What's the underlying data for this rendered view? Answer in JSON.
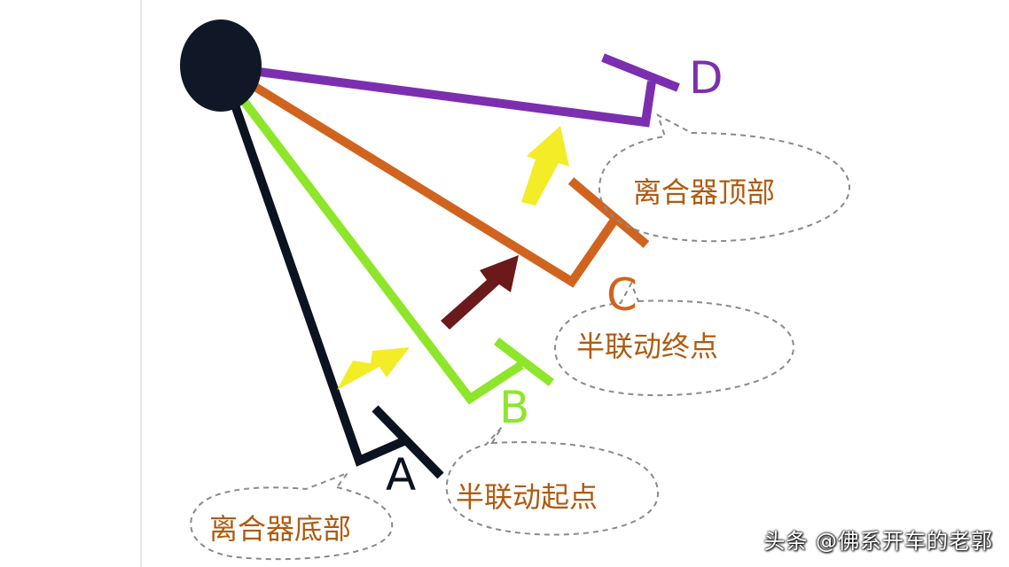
{
  "points": {
    "a": "A",
    "b": "B",
    "c": "C",
    "d": "D"
  },
  "captions": {
    "clutch_bottom": "离合器底部",
    "semi_start": "半联动起点",
    "semi_end": "半联动终点",
    "clutch_top": "离合器顶部"
  },
  "watermark": "头条 @佛系开车的老郭",
  "colors": {
    "pivot": "#101828",
    "line_a": "#0b1220",
    "line_b": "#8ee62a",
    "line_c": "#d0641e",
    "line_d": "#7b2fae",
    "arrow_yellow": "#f2ea10",
    "arrow_dark": "#6a1a1a",
    "caption_text": "#b05a10",
    "bubble_stroke": "#8a8a8a"
  }
}
